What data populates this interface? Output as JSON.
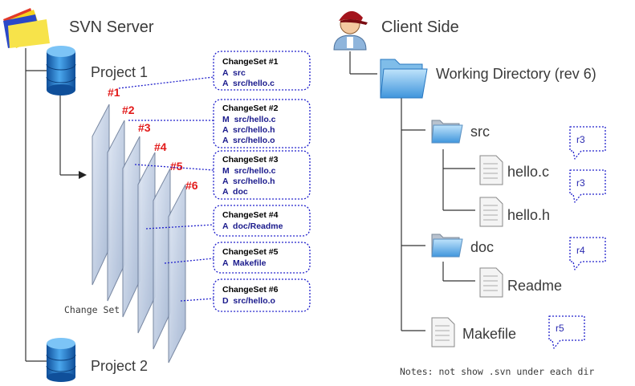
{
  "server": {
    "title": "SVN Server",
    "projects": [
      "Project 1",
      "Project 2"
    ],
    "changeset_caption": "Change Set",
    "revision_markers": [
      "#1",
      "#2",
      "#3",
      "#4",
      "#5",
      "#6"
    ],
    "changesets": [
      {
        "title": "ChangeSet #1",
        "lines": [
          "A  src",
          "A  src/hello.c"
        ]
      },
      {
        "title": "ChangeSet #2",
        "lines": [
          "M  src/hello.c",
          "A  src/hello.h",
          "A  src/hello.o"
        ]
      },
      {
        "title": "ChangeSet #3",
        "lines": [
          "M  src/hello.c",
          "A  src/hello.h",
          "A  doc"
        ]
      },
      {
        "title": "ChangeSet #4",
        "lines": [
          "A  doc/Readme"
        ]
      },
      {
        "title": "ChangeSet #5",
        "lines": [
          "A  Makefile"
        ]
      },
      {
        "title": "ChangeSet #6",
        "lines": [
          "D  src/hello.o"
        ]
      }
    ]
  },
  "client": {
    "title": "Client Side",
    "working_dir": "Working Directory (rev 6)",
    "tree": {
      "src": "src",
      "hello_c": "hello.c",
      "hello_h": "hello.h",
      "doc": "doc",
      "readme": "Readme",
      "makefile": "Makefile"
    },
    "revisions": {
      "hello_c": "r3",
      "hello_h": "r3",
      "readme": "r4",
      "makefile": "r5"
    }
  },
  "note": "Notes: not show .svn under each dir",
  "colors": {
    "marker": "#e21a1a",
    "dotted": "#2222cc",
    "folder": "#5aa8e6",
    "db": "#1e78c8"
  }
}
